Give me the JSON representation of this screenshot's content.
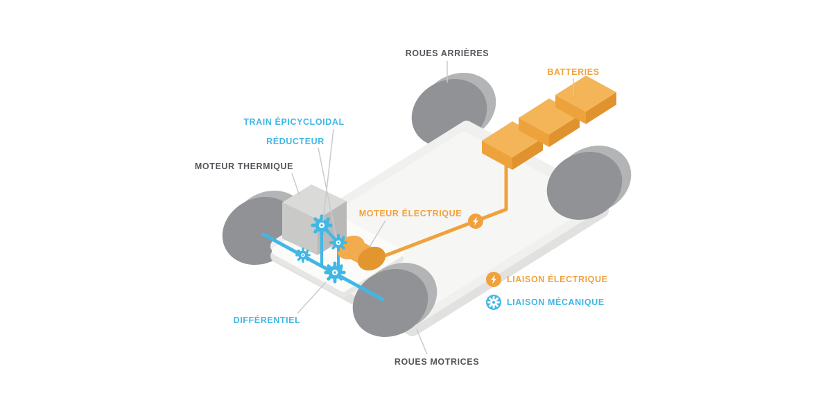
{
  "colors": {
    "orange": "#F0A13C",
    "cyan": "#41B7E5",
    "dark": "#54565B",
    "leader": "#C8CBCE"
  },
  "labels": {
    "rear_wheels": "ROUES ARRIÈRES",
    "batteries": "BATTERIES",
    "planetary_gear": "TRAIN ÉPICYCLOIDAL",
    "reducer": "RÉDUCTEUR",
    "thermal_engine": "MOTEUR THERMIQUE",
    "electric_motor": "MOTEUR ÉLECTRIQUE",
    "differential": "DIFFÉRENTIEL",
    "drive_wheels": "ROUES MOTRICES"
  },
  "legend": {
    "electric_link": {
      "label": "LIAISON ÉLECTRIQUE",
      "icon": "lightning-icon"
    },
    "mechanical_link": {
      "label": "LIAISON MÉCANIQUE",
      "icon": "gear-icon"
    }
  }
}
